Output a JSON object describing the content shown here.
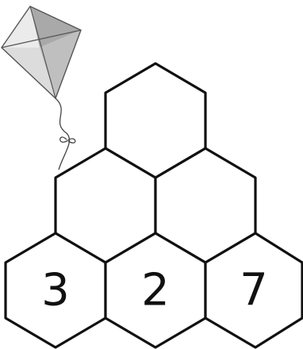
{
  "puzzle": {
    "type": "number-pyramid",
    "rows": [
      {
        "row": 1,
        "cells": [
          {
            "value": ""
          }
        ]
      },
      {
        "row": 2,
        "cells": [
          {
            "value": ""
          },
          {
            "value": ""
          }
        ]
      },
      {
        "row": 3,
        "cells": [
          {
            "value": "3"
          },
          {
            "value": "2"
          },
          {
            "value": "7"
          }
        ]
      }
    ]
  },
  "decoration": {
    "icon": "kite-icon",
    "colors": {
      "light": "#e4e4e4",
      "dark": "#a9a9a9",
      "outline": "#555555"
    }
  }
}
